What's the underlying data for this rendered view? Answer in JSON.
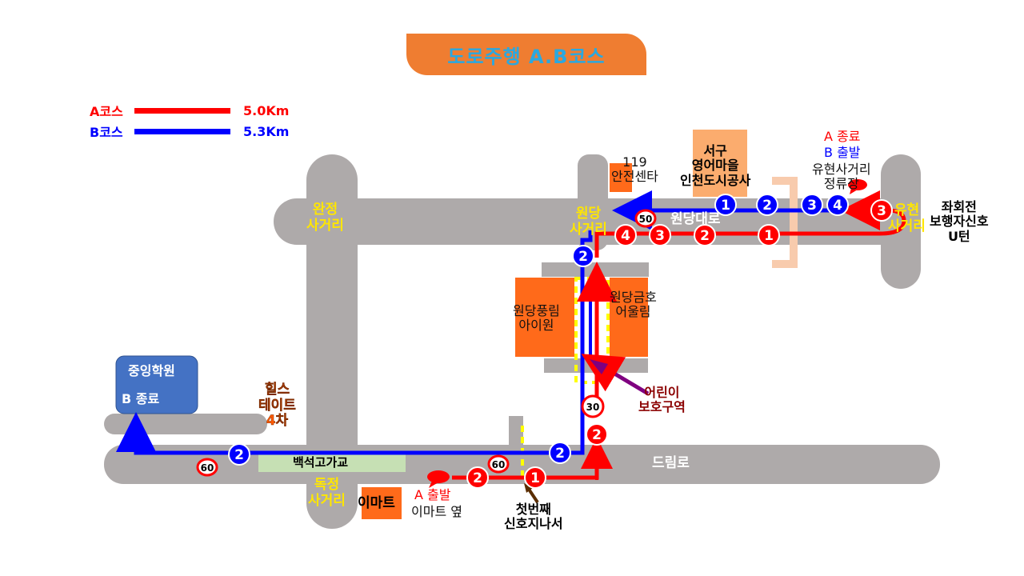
{
  "title": "도로주행 A.B코스",
  "legend": [
    {
      "name": "A코스",
      "distance": "5.0Km",
      "color": "#ff0000"
    },
    {
      "name": "B코스",
      "distance": "5.3Km",
      "color": "#0000ff"
    }
  ],
  "places": {
    "wanjeong": "완정\n사거리",
    "wondang": "원당\n사거리",
    "yuhyeon": "유현\n사거리",
    "dokjeong": "독정\n사거리",
    "wondang_daero": "원당대로",
    "dream_ro": "드림로",
    "baekseok_overpass": "백석고가교",
    "station_119": "119\n안전센타",
    "seogu_english": "서구\n영어마을\n인천도시공사",
    "yuhyeon_stop": "유현사거리\n정류장",
    "end_start_a": "A 종료",
    "end_start_b": "B 출발",
    "left_uturn": "좌회전\n보행자신호\nU턴",
    "pungnim": "원당풍림\n아이원",
    "geumho": "원당금호\n어울림",
    "child_zone": "어린이\n보호구역",
    "hills": "힐스\n테이트\n4차",
    "academy": "중잉학원",
    "b_end": "B 종료",
    "emart": "이마트",
    "a_start": "A 출발",
    "emart_side": "이마트 옆",
    "first_signal": "첫번째\n신호지나서"
  },
  "speed_limits": [
    "50",
    "60",
    "60",
    "30"
  ],
  "route_a_markers": [
    "1",
    "2",
    "3",
    "4",
    "1",
    "2",
    "3",
    "2",
    "1"
  ],
  "route_b_markers": [
    "1",
    "2",
    "3",
    "4",
    "2",
    "2",
    "2"
  ],
  "colors": {
    "road": "#aeaaaa",
    "route_a": "#ff0000",
    "route_b": "#0000ff",
    "building": "#ff6a1a",
    "school_zone": "#ffff00",
    "overpass": "#c6e0b4",
    "academy_box": "#4472c4",
    "crosswalk": "#f8cbad",
    "child_arrow": "#7f0080"
  },
  "icons": [
    "speech-bubble-icon",
    "arrow-icon"
  ]
}
